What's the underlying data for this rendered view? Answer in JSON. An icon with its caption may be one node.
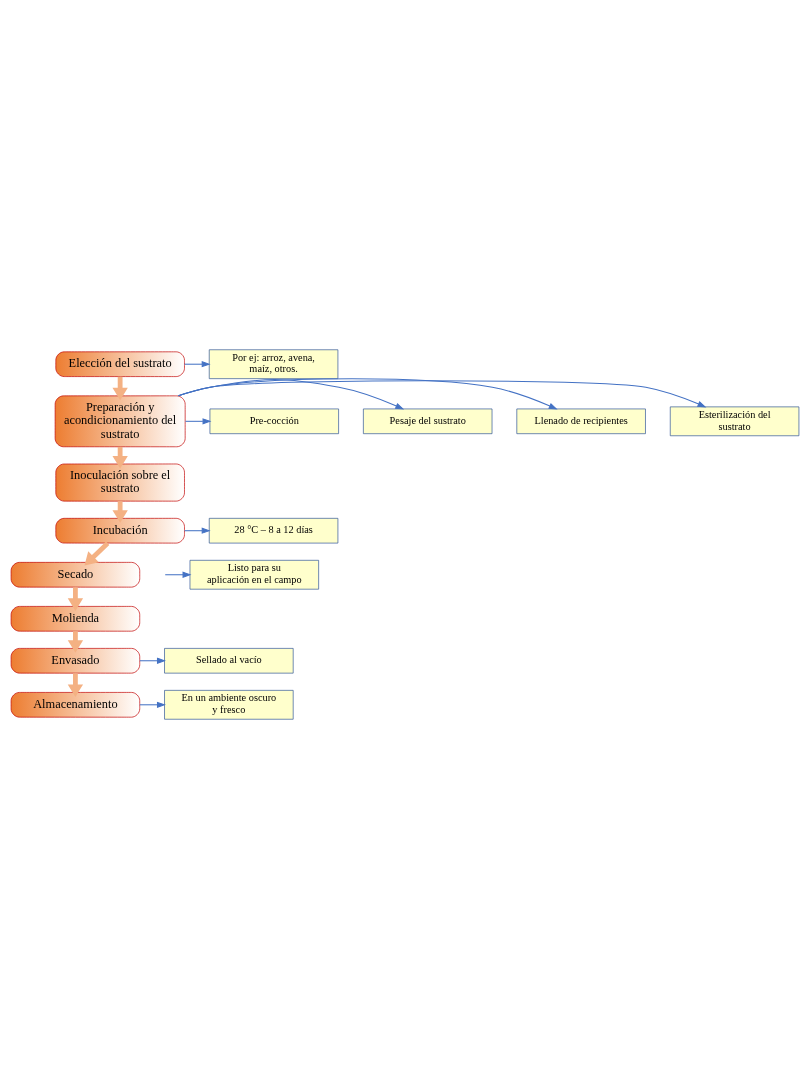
{
  "diagram": {
    "nodes": [
      {
        "text": [
          "Elección del sustrato"
        ]
      },
      {
        "text": [
          "Por ej: arroz, avena, maíz, otros."
        ]
      },
      {
        "text": [
          "Preparación y acondicionamiento del sustrato"
        ]
      },
      {
        "text": [
          "Pre-cocción"
        ]
      },
      {
        "text": [
          "Pesaje del sustrato"
        ]
      },
      {
        "text": [
          "Llenado de recipientes"
        ]
      },
      {
        "text": [
          "Esterilización del sustrato"
        ]
      },
      {
        "text": [
          "Inoculación sobre el sustrato"
        ]
      },
      {
        "text": [
          "Incubación"
        ]
      },
      {
        "text": [
          "28 °C – 8 a 12 días"
        ]
      },
      {
        "text": [
          "Listo para su aplicación en el campo"
        ]
      },
      {
        "text": [
          "Secado"
        ]
      },
      {
        "text": [
          "Molienda"
        ]
      },
      {
        "text": [
          "Envasado"
        ]
      },
      {
        "text": [
          "Sellado al vacío"
        ]
      },
      {
        "text": [
          "Almacenamiento"
        ]
      },
      {
        "text": [
          "En un ambiente oscuro y fresco"
        ]
      }
    ],
    "edges": [
      {
        "from": 0,
        "to": 1,
        "arrow": "to"
      },
      {
        "from": 0,
        "to": 2,
        "arrow": "to",
        "style": "thick",
        "color": "#f4b183"
      },
      {
        "from": 2,
        "to": 3,
        "arrow": "to"
      },
      {
        "from": 2,
        "to": 4,
        "arrow": "to"
      },
      {
        "from": 2,
        "to": 5,
        "arrow": "to"
      },
      {
        "from": 2,
        "to": 6,
        "arrow": "to"
      },
      {
        "from": 2,
        "to": 7,
        "arrow": "to",
        "style": "thick",
        "color": "#f4b183"
      },
      {
        "from": 7,
        "to": 8,
        "arrow": "to",
        "style": "thick",
        "color": "#f4b183"
      },
      {
        "from": 8,
        "to": 9,
        "arrow": "to"
      },
      {
        "from": null,
        "to": 10,
        "arrow": "to"
      },
      {
        "from": 8,
        "to": 11,
        "arrow": "to",
        "style": "thick",
        "color": "#f4b183"
      },
      {
        "from": 11,
        "to": 12,
        "arrow": "to",
        "style": "thick",
        "color": "#f4b183"
      },
      {
        "from": 12,
        "to": 13,
        "arrow": "to",
        "style": "thick",
        "color": "#f4b183"
      },
      {
        "from": 13,
        "to": 14,
        "arrow": "to"
      },
      {
        "from": 13,
        "to": 15,
        "arrow": "to",
        "style": "thick",
        "color": "#f4b183"
      },
      {
        "from": 15,
        "to": 16,
        "arrow": "to"
      }
    ]
  }
}
